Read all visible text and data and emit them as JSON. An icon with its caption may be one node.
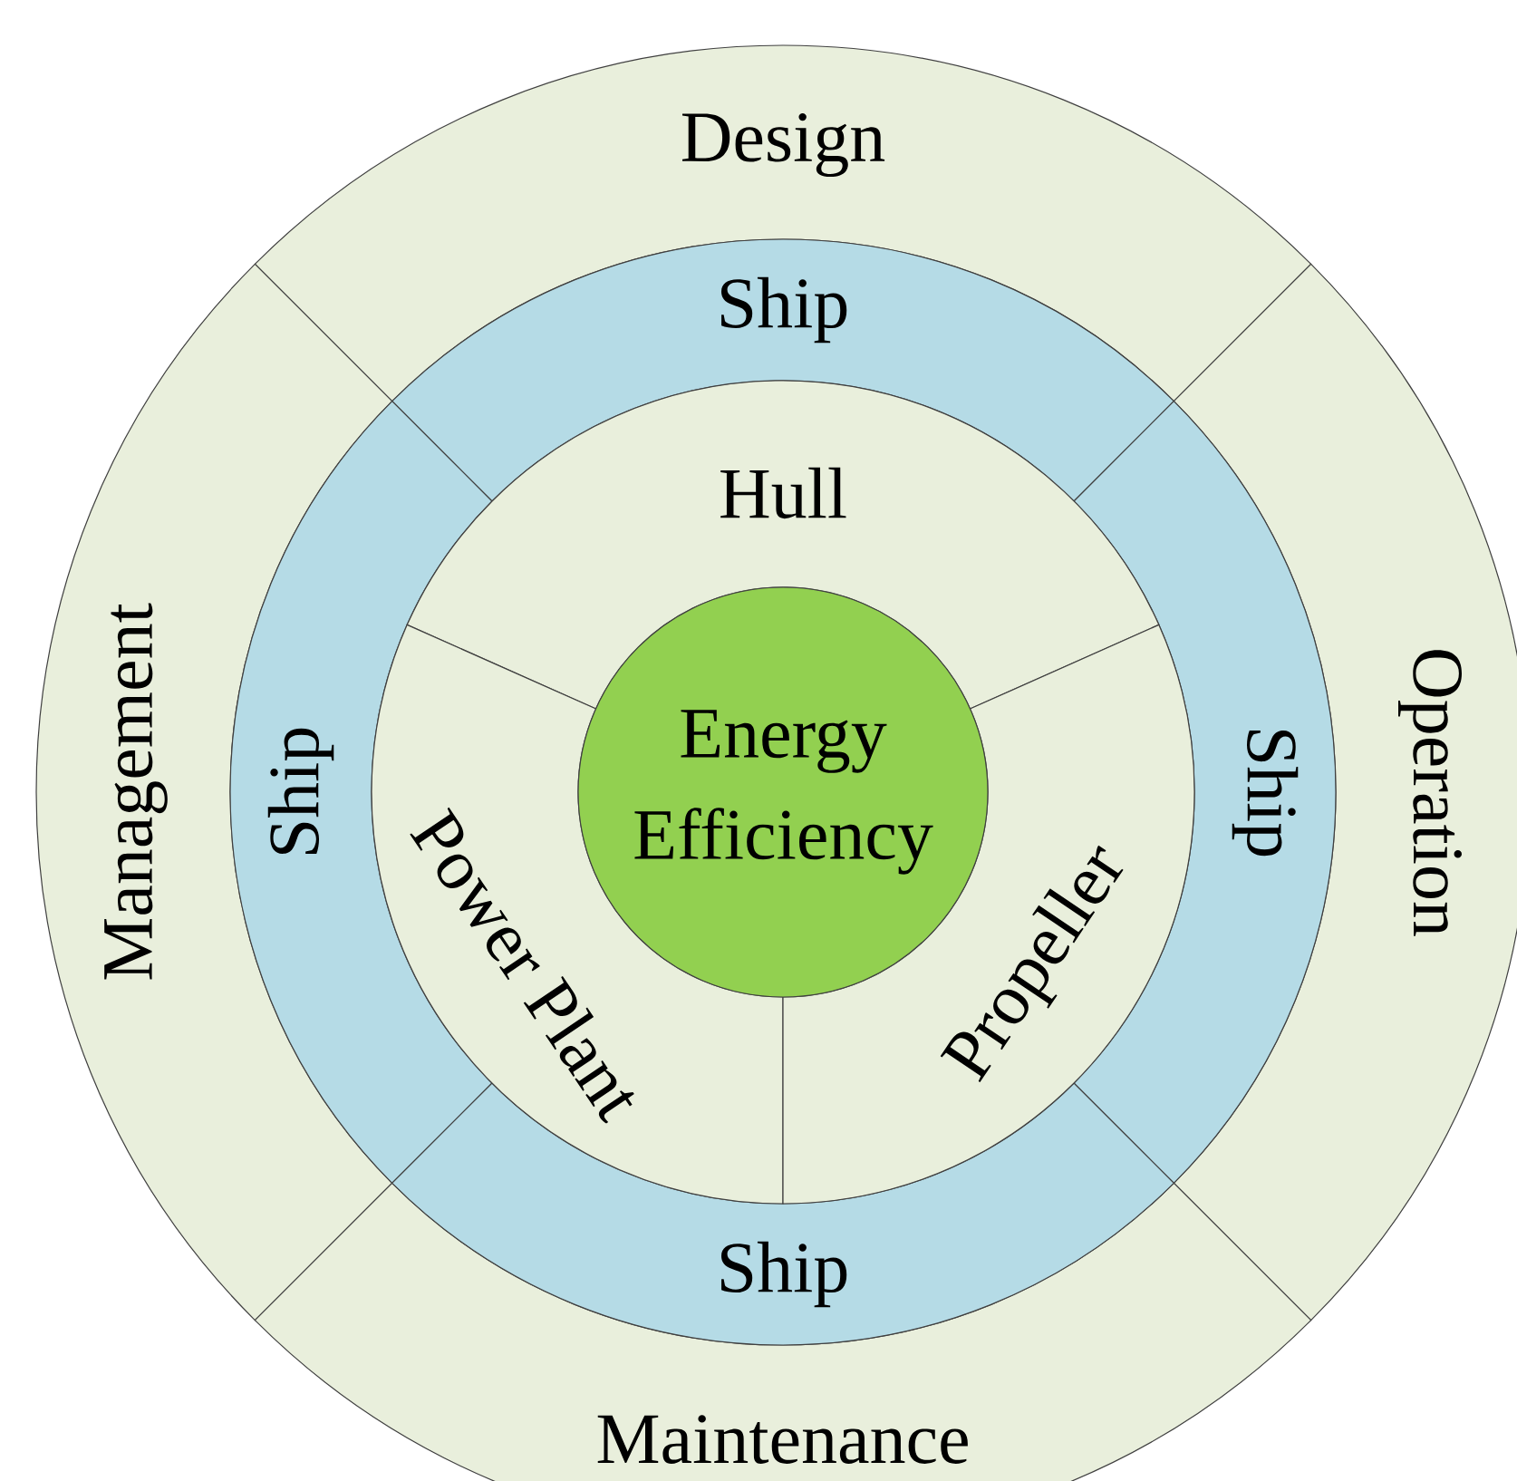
{
  "diagram": {
    "nodes": [
      {
        "text": [
          "Design"
        ]
      },
      {
        "text": [
          "Management"
        ]
      },
      {
        "text": [
          "Operation"
        ]
      },
      {
        "text": [
          "Maintenance"
        ]
      },
      {
        "text": [
          "Ship"
        ]
      },
      {
        "text": [
          "Ship"
        ]
      },
      {
        "text": [
          "Ship"
        ]
      },
      {
        "text": [
          "Ship"
        ]
      },
      {
        "text": [
          "Hull"
        ]
      },
      {
        "text": [
          "Power Plant"
        ]
      },
      {
        "text": [
          "Propeller"
        ]
      },
      {
        "text": [
          "Energy Efficiency"
        ]
      }
    ]
  }
}
